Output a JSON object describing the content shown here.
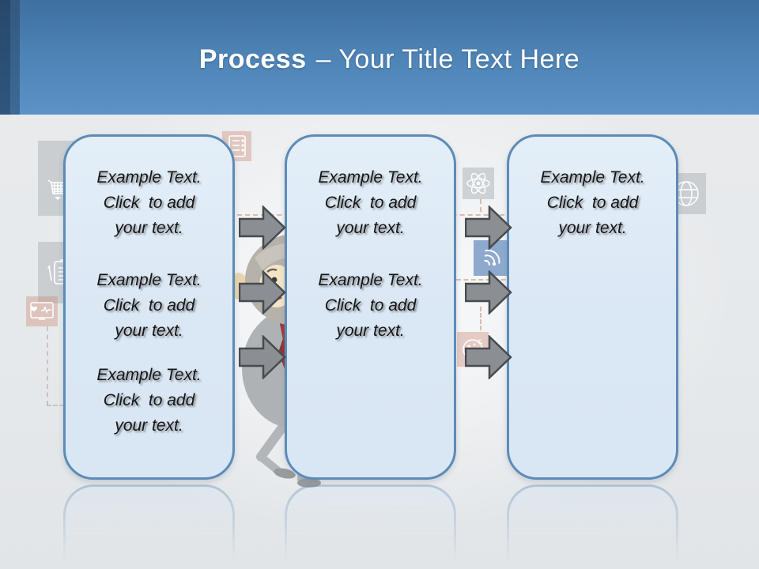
{
  "slide": {
    "title": {
      "emphasis": "Process",
      "rest": "– Your Title Text Here"
    },
    "panels": [
      {
        "name": "step-1",
        "blocks": [
          "Example Text.\nClick  to add\nyour text.",
          "Example Text.\nClick  to add\nyour text.",
          "Example Text.\nClick  to add\nyour text."
        ]
      },
      {
        "name": "step-2",
        "blocks": [
          "Example Text.\nClick  to add\nyour text.",
          "Example Text.\nClick  to add\nyour text."
        ]
      },
      {
        "name": "step-3",
        "blocks": [
          "Example Text.\nClick  to add\nyour text."
        ]
      }
    ],
    "background_icons": [
      "cart-icon",
      "form-icon",
      "clipboard-icon",
      "heart-monitor-icon",
      "atom-icon",
      "wifi-icon",
      "gauge-icon",
      "globe-icon"
    ],
    "arrow_count": 6,
    "colors": {
      "header_blue": "#4c82b4",
      "header_strip_dark": "#27486a",
      "panel_fill": "#dce9f5",
      "panel_border": "#5d8bb7",
      "arrow_fill": "#8b8f93",
      "arrow_border": "#474b4f",
      "tile_gray": "#c4c9ce",
      "tile_salmon": "#e3bdae",
      "tile_blue": "#6f9ac8",
      "text": "#151515"
    }
  }
}
